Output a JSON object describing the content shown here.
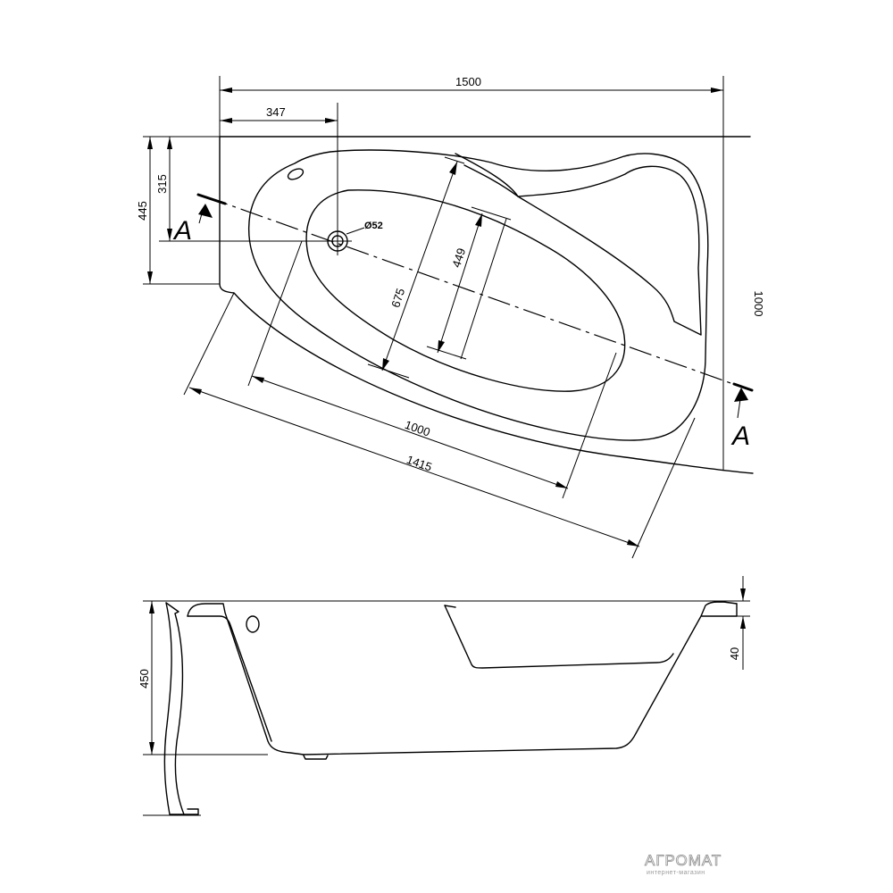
{
  "diagram": {
    "top_view": {
      "dimensions": {
        "overall_length": "1500",
        "drain_offset": "347",
        "drain_offset_y": "315",
        "depth_left": "445",
        "depth_right": "1000",
        "inner_width": "449",
        "basin_width": "675",
        "inner_length": "1000",
        "diagonal_length": "1415",
        "drain_diameter": "Ø52"
      },
      "section_marks": [
        "A",
        "A"
      ]
    },
    "side_view": {
      "dimensions": {
        "height": "450",
        "rim": "40"
      }
    }
  },
  "watermark": {
    "brand": "АГРОМАТ",
    "tagline": "интернет-магазин"
  }
}
